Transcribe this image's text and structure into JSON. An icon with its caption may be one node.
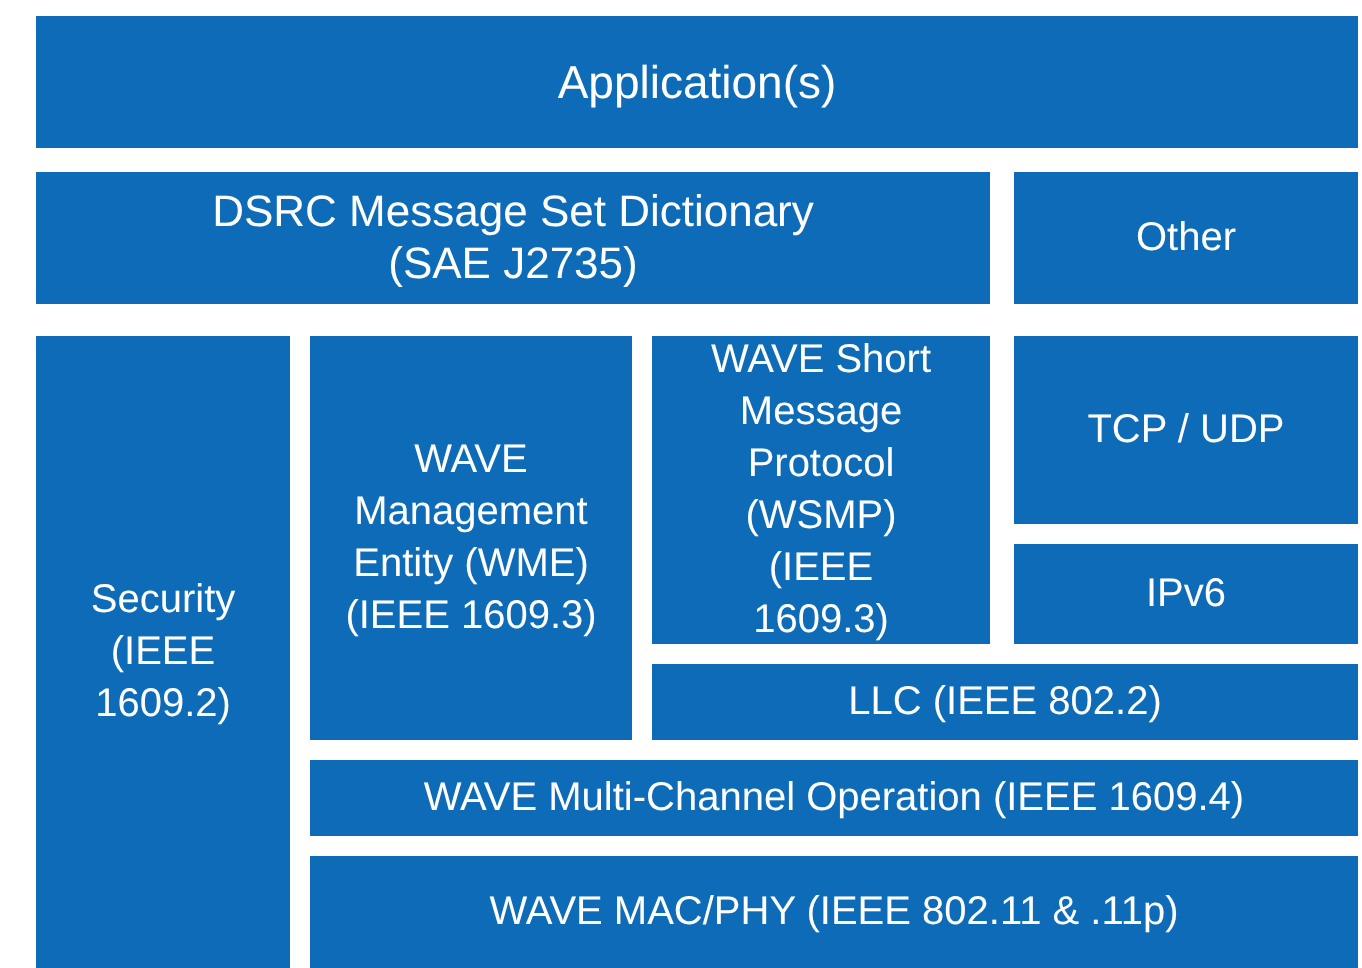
{
  "diagram": {
    "nodes": [
      {
        "text": [
          "Application(s)"
        ]
      },
      {
        "text": [
          "DSRC Message Set Dictionary (SAE J2735)"
        ]
      },
      {
        "text": [
          "Other"
        ]
      },
      {
        "text": [
          "Security (IEEE 1609.2)"
        ]
      },
      {
        "text": [
          "WAVE Management Entity (WME) (IEEE 1609.3)"
        ]
      },
      {
        "text": [
          "WAVE Short Message Protocol (WSMP) (IEEE 1609.3)"
        ]
      },
      {
        "text": [
          "TCP / UDP"
        ]
      },
      {
        "text": [
          "IPv6"
        ]
      },
      {
        "text": [
          "LLC (IEEE 802.2)"
        ]
      },
      {
        "text": [
          "WAVE Multi-Channel Operation (IEEE 1609.4)"
        ]
      },
      {
        "text": [
          "WAVE MAC/PHY (IEEE 802.11 & .11p)"
        ]
      }
    ]
  }
}
